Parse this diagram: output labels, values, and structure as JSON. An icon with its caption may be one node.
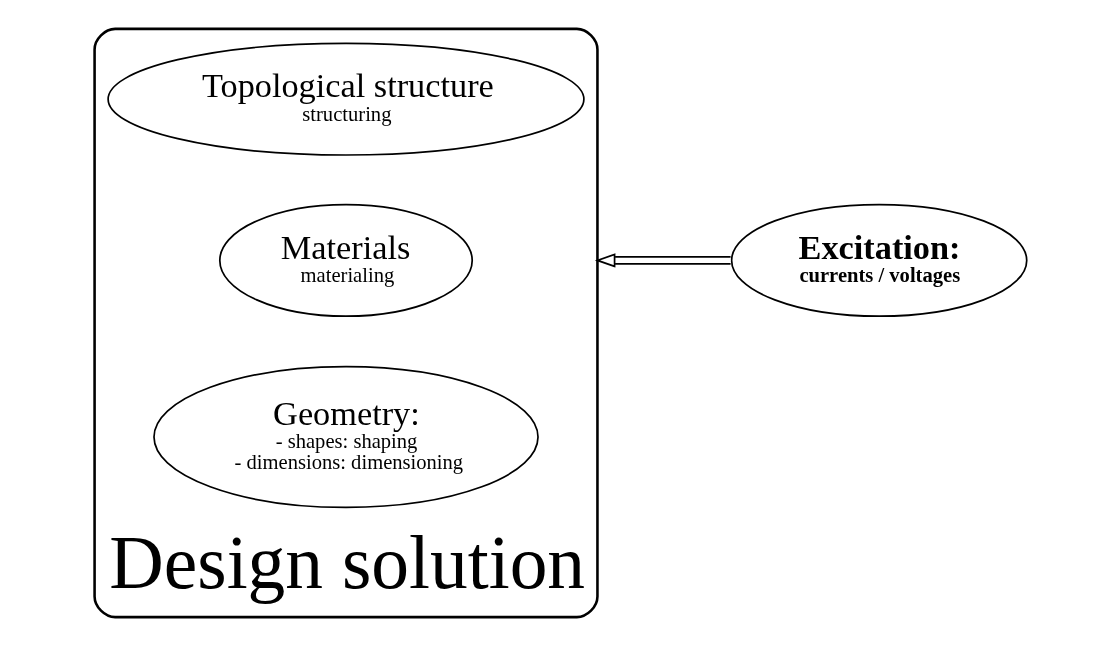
{
  "diagram": {
    "nodes": [
      {
        "text": [
          "Design solution"
        ]
      },
      {
        "text": [
          "Topological structure",
          "structuring"
        ],
        "in": 0
      },
      {
        "text": [
          "Materials",
          "materialing"
        ],
        "in": 0
      },
      {
        "text": [
          "Geometry:",
          "- shapes: shaping",
          "- dimensions: dimensioning"
        ],
        "in": 0
      },
      {
        "text": [
          "Excitation:",
          "currents / voltages"
        ]
      }
    ],
    "edges": [
      {
        "from": 4,
        "to": 0,
        "arrow": "to"
      }
    ]
  }
}
